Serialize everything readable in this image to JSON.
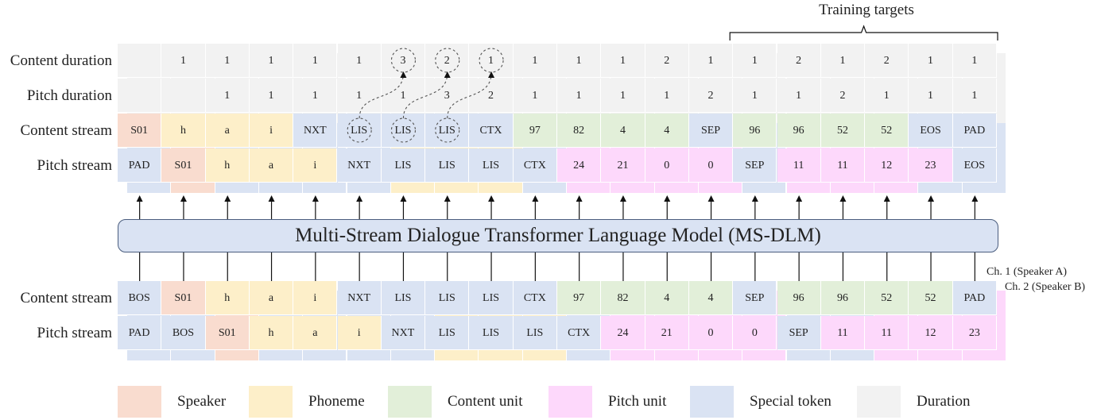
{
  "training_targets_label": "Training targets",
  "model_label": "Multi-Stream Dialogue Transformer Language Model (MS-DLM)",
  "channel_labels": [
    "Ch. 1 (Speaker A)",
    "Ch. 2 (Speaker B)"
  ],
  "output_rows": [
    {
      "label": "Content duration",
      "type": "dur",
      "cells": [
        [
          "",
          "dur"
        ],
        [
          "1",
          "dur"
        ],
        [
          "1",
          "dur"
        ],
        [
          "1",
          "dur"
        ],
        [
          "1",
          "dur"
        ],
        [
          "1",
          "dur"
        ],
        [
          "3",
          "dur"
        ],
        [
          "2",
          "dur"
        ],
        [
          "1",
          "dur"
        ],
        [
          "1",
          "dur"
        ],
        [
          "1",
          "dur"
        ],
        [
          "1",
          "dur"
        ],
        [
          "2",
          "dur"
        ],
        [
          "1",
          "dur"
        ],
        [
          "1",
          "dur"
        ],
        [
          "2",
          "dur"
        ],
        [
          "1",
          "dur"
        ],
        [
          "2",
          "dur"
        ],
        [
          "1",
          "dur"
        ],
        [
          "1",
          "dur"
        ]
      ]
    },
    {
      "label": "Pitch duration",
      "type": "dur",
      "cells": [
        [
          "",
          "dur"
        ],
        [
          "",
          "dur"
        ],
        [
          "1",
          "dur"
        ],
        [
          "1",
          "dur"
        ],
        [
          "1",
          "dur"
        ],
        [
          "1",
          "dur"
        ],
        [
          "1",
          "dur"
        ],
        [
          "3",
          "dur"
        ],
        [
          "2",
          "dur"
        ],
        [
          "1",
          "dur"
        ],
        [
          "1",
          "dur"
        ],
        [
          "1",
          "dur"
        ],
        [
          "1",
          "dur"
        ],
        [
          "2",
          "dur"
        ],
        [
          "1",
          "dur"
        ],
        [
          "1",
          "dur"
        ],
        [
          "2",
          "dur"
        ],
        [
          "1",
          "dur"
        ],
        [
          "1",
          "dur"
        ],
        [
          "1",
          "dur"
        ]
      ]
    },
    {
      "label": "Content stream",
      "type": "tok",
      "cells": [
        [
          "S01",
          "spk"
        ],
        [
          "h",
          "pho"
        ],
        [
          "a",
          "pho"
        ],
        [
          "i",
          "pho"
        ],
        [
          "NXT",
          "sp"
        ],
        [
          "LIS",
          "sp"
        ],
        [
          "LIS",
          "sp"
        ],
        [
          "LIS",
          "sp"
        ],
        [
          "CTX",
          "sp"
        ],
        [
          "97",
          "cu"
        ],
        [
          "82",
          "cu"
        ],
        [
          "4",
          "cu"
        ],
        [
          "4",
          "cu"
        ],
        [
          "SEP",
          "sp"
        ],
        [
          "96",
          "cu"
        ],
        [
          "96",
          "cu"
        ],
        [
          "52",
          "cu"
        ],
        [
          "52",
          "cu"
        ],
        [
          "EOS",
          "sp"
        ],
        [
          "PAD",
          "sp"
        ]
      ]
    },
    {
      "label": "Pitch stream",
      "type": "tok",
      "cells": [
        [
          "PAD",
          "sp"
        ],
        [
          "S01",
          "spk"
        ],
        [
          "h",
          "pho"
        ],
        [
          "a",
          "pho"
        ],
        [
          "i",
          "pho"
        ],
        [
          "NXT",
          "sp"
        ],
        [
          "LIS",
          "sp"
        ],
        [
          "LIS",
          "sp"
        ],
        [
          "LIS",
          "sp"
        ],
        [
          "CTX",
          "sp"
        ],
        [
          "24",
          "pu"
        ],
        [
          "21",
          "pu"
        ],
        [
          "0",
          "pu"
        ],
        [
          "0",
          "pu"
        ],
        [
          "SEP",
          "sp"
        ],
        [
          "11",
          "pu"
        ],
        [
          "11",
          "pu"
        ],
        [
          "12",
          "pu"
        ],
        [
          "23",
          "pu"
        ],
        [
          "EOS",
          "sp"
        ]
      ]
    }
  ],
  "input_rows": [
    {
      "label": "Content stream",
      "cells": [
        [
          "BOS",
          "sp"
        ],
        [
          "S01",
          "spk"
        ],
        [
          "h",
          "pho"
        ],
        [
          "a",
          "pho"
        ],
        [
          "i",
          "pho"
        ],
        [
          "NXT",
          "sp"
        ],
        [
          "LIS",
          "sp"
        ],
        [
          "LIS",
          "sp"
        ],
        [
          "LIS",
          "sp"
        ],
        [
          "CTX",
          "sp"
        ],
        [
          "97",
          "cu"
        ],
        [
          "82",
          "cu"
        ],
        [
          "4",
          "cu"
        ],
        [
          "4",
          "cu"
        ],
        [
          "SEP",
          "sp"
        ],
        [
          "96",
          "cu"
        ],
        [
          "96",
          "cu"
        ],
        [
          "52",
          "cu"
        ],
        [
          "52",
          "cu"
        ],
        [
          "PAD",
          "sp"
        ]
      ]
    },
    {
      "label": "Pitch stream",
      "cells": [
        [
          "PAD",
          "sp"
        ],
        [
          "BOS",
          "sp"
        ],
        [
          "S01",
          "spk"
        ],
        [
          "h",
          "pho"
        ],
        [
          "a",
          "pho"
        ],
        [
          "i",
          "pho"
        ],
        [
          "NXT",
          "sp"
        ],
        [
          "LIS",
          "sp"
        ],
        [
          "LIS",
          "sp"
        ],
        [
          "LIS",
          "sp"
        ],
        [
          "CTX",
          "sp"
        ],
        [
          "24",
          "pu"
        ],
        [
          "21",
          "pu"
        ],
        [
          "0",
          "pu"
        ],
        [
          "0",
          "pu"
        ],
        [
          "SEP",
          "sp"
        ],
        [
          "11",
          "pu"
        ],
        [
          "11",
          "pu"
        ],
        [
          "12",
          "pu"
        ],
        [
          "23",
          "pu"
        ]
      ]
    }
  ],
  "legend": [
    {
      "label": "Speaker",
      "type": "spk"
    },
    {
      "label": "Phoneme",
      "type": "pho"
    },
    {
      "label": "Content unit",
      "type": "cu"
    },
    {
      "label": "Pitch unit",
      "type": "pu"
    },
    {
      "label": "Special token",
      "type": "sp"
    },
    {
      "label": "Duration",
      "type": "dur"
    }
  ],
  "colors": {
    "spk": "#f9dccf",
    "pho": "#fdefc9",
    "cu": "#e2efd9",
    "pu": "#fdd8fb",
    "sp": "#dae3f3",
    "dur": "#f2f2f2"
  }
}
